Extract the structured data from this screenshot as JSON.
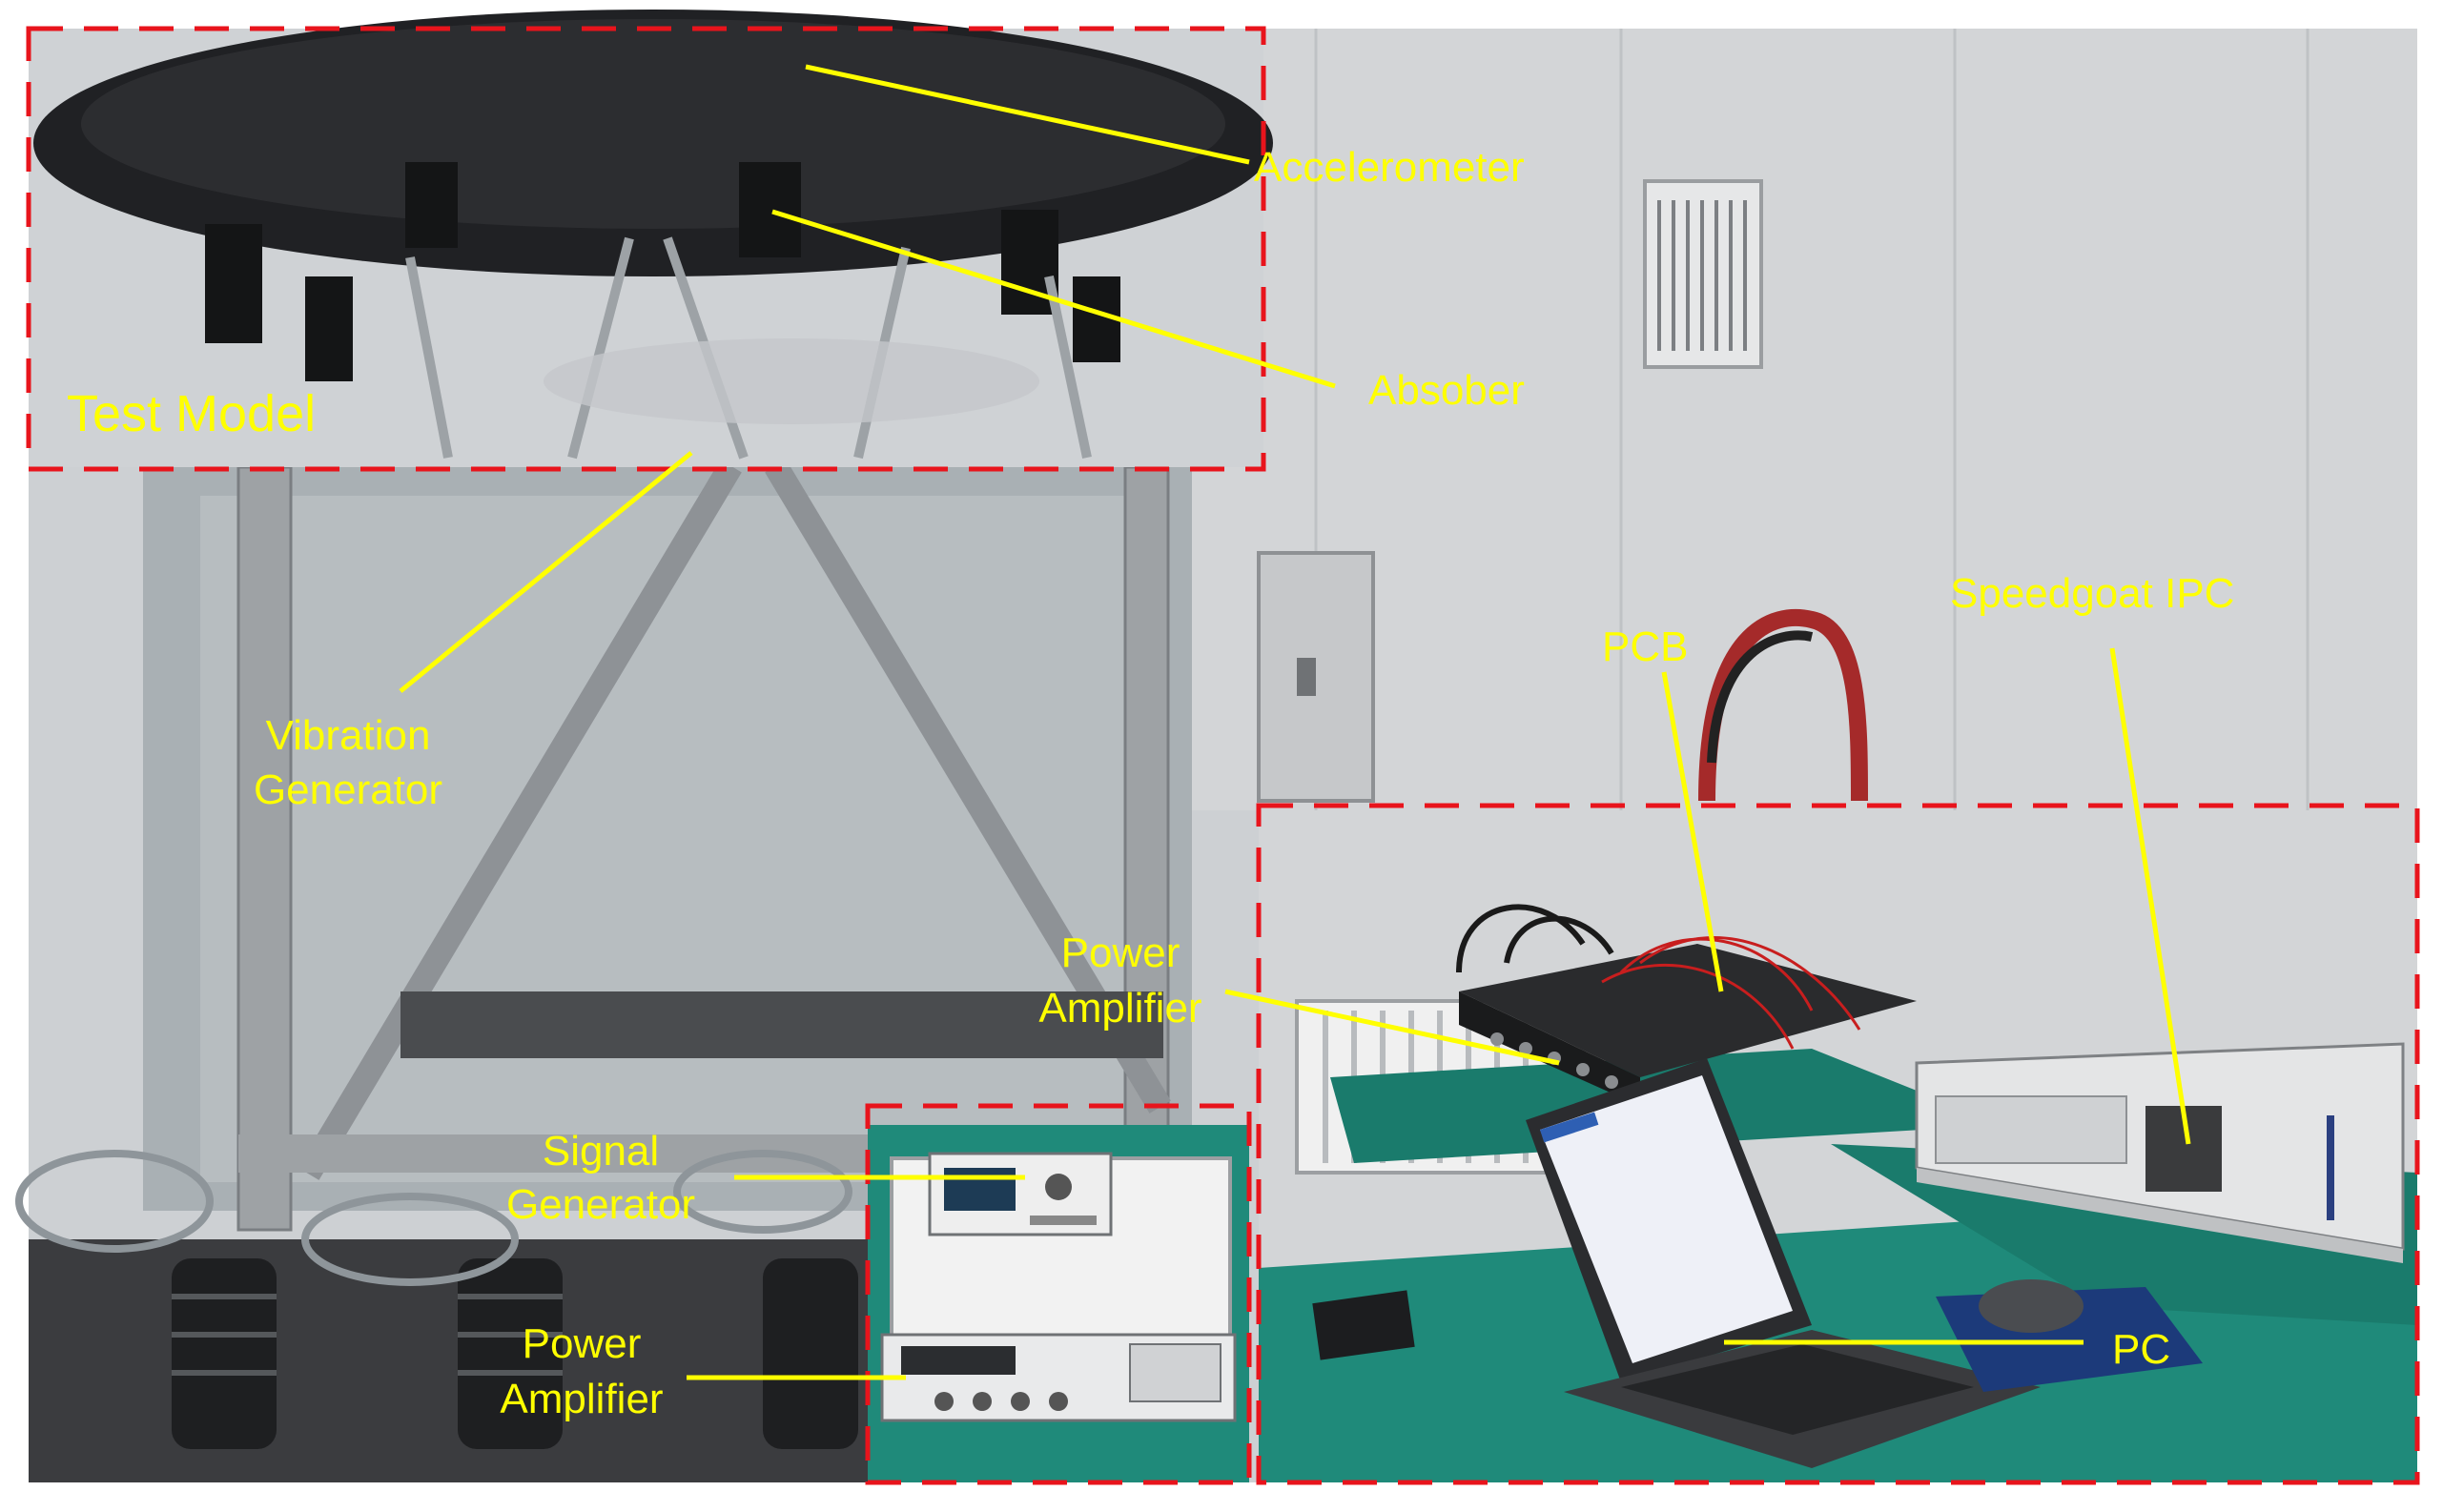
{
  "colors": {
    "label": "#ffff00",
    "dash": "#e8141c",
    "wall": "#c9cccf",
    "wall_light": "#d8dadc",
    "floor": "#3b3c3f",
    "table": "#1f8a7a",
    "frame": "#8c8f93",
    "panel": "#9aa3a8",
    "disk": "#202124"
  },
  "labels": {
    "test_model": "Test Model",
    "accelerometer": "Accelerometer",
    "absorber": "Absober",
    "vibration_1": "Vibration",
    "vibration_2": "Generator",
    "signal_1": "Signal",
    "signal_2": "Generator",
    "power_left_1": "Power",
    "power_left_2": "Amplifier",
    "power_right_1": "Power",
    "power_right_2": "Amplifier",
    "pcb": "PCB",
    "speedgoat": "Speedgoat IPC",
    "pc": "PC"
  },
  "icons": {
    "laptop": "laptop-icon",
    "rack": "server-rack-icon",
    "signal_generator": "signal-generator-icon",
    "amplifier": "amplifier-icon"
  }
}
